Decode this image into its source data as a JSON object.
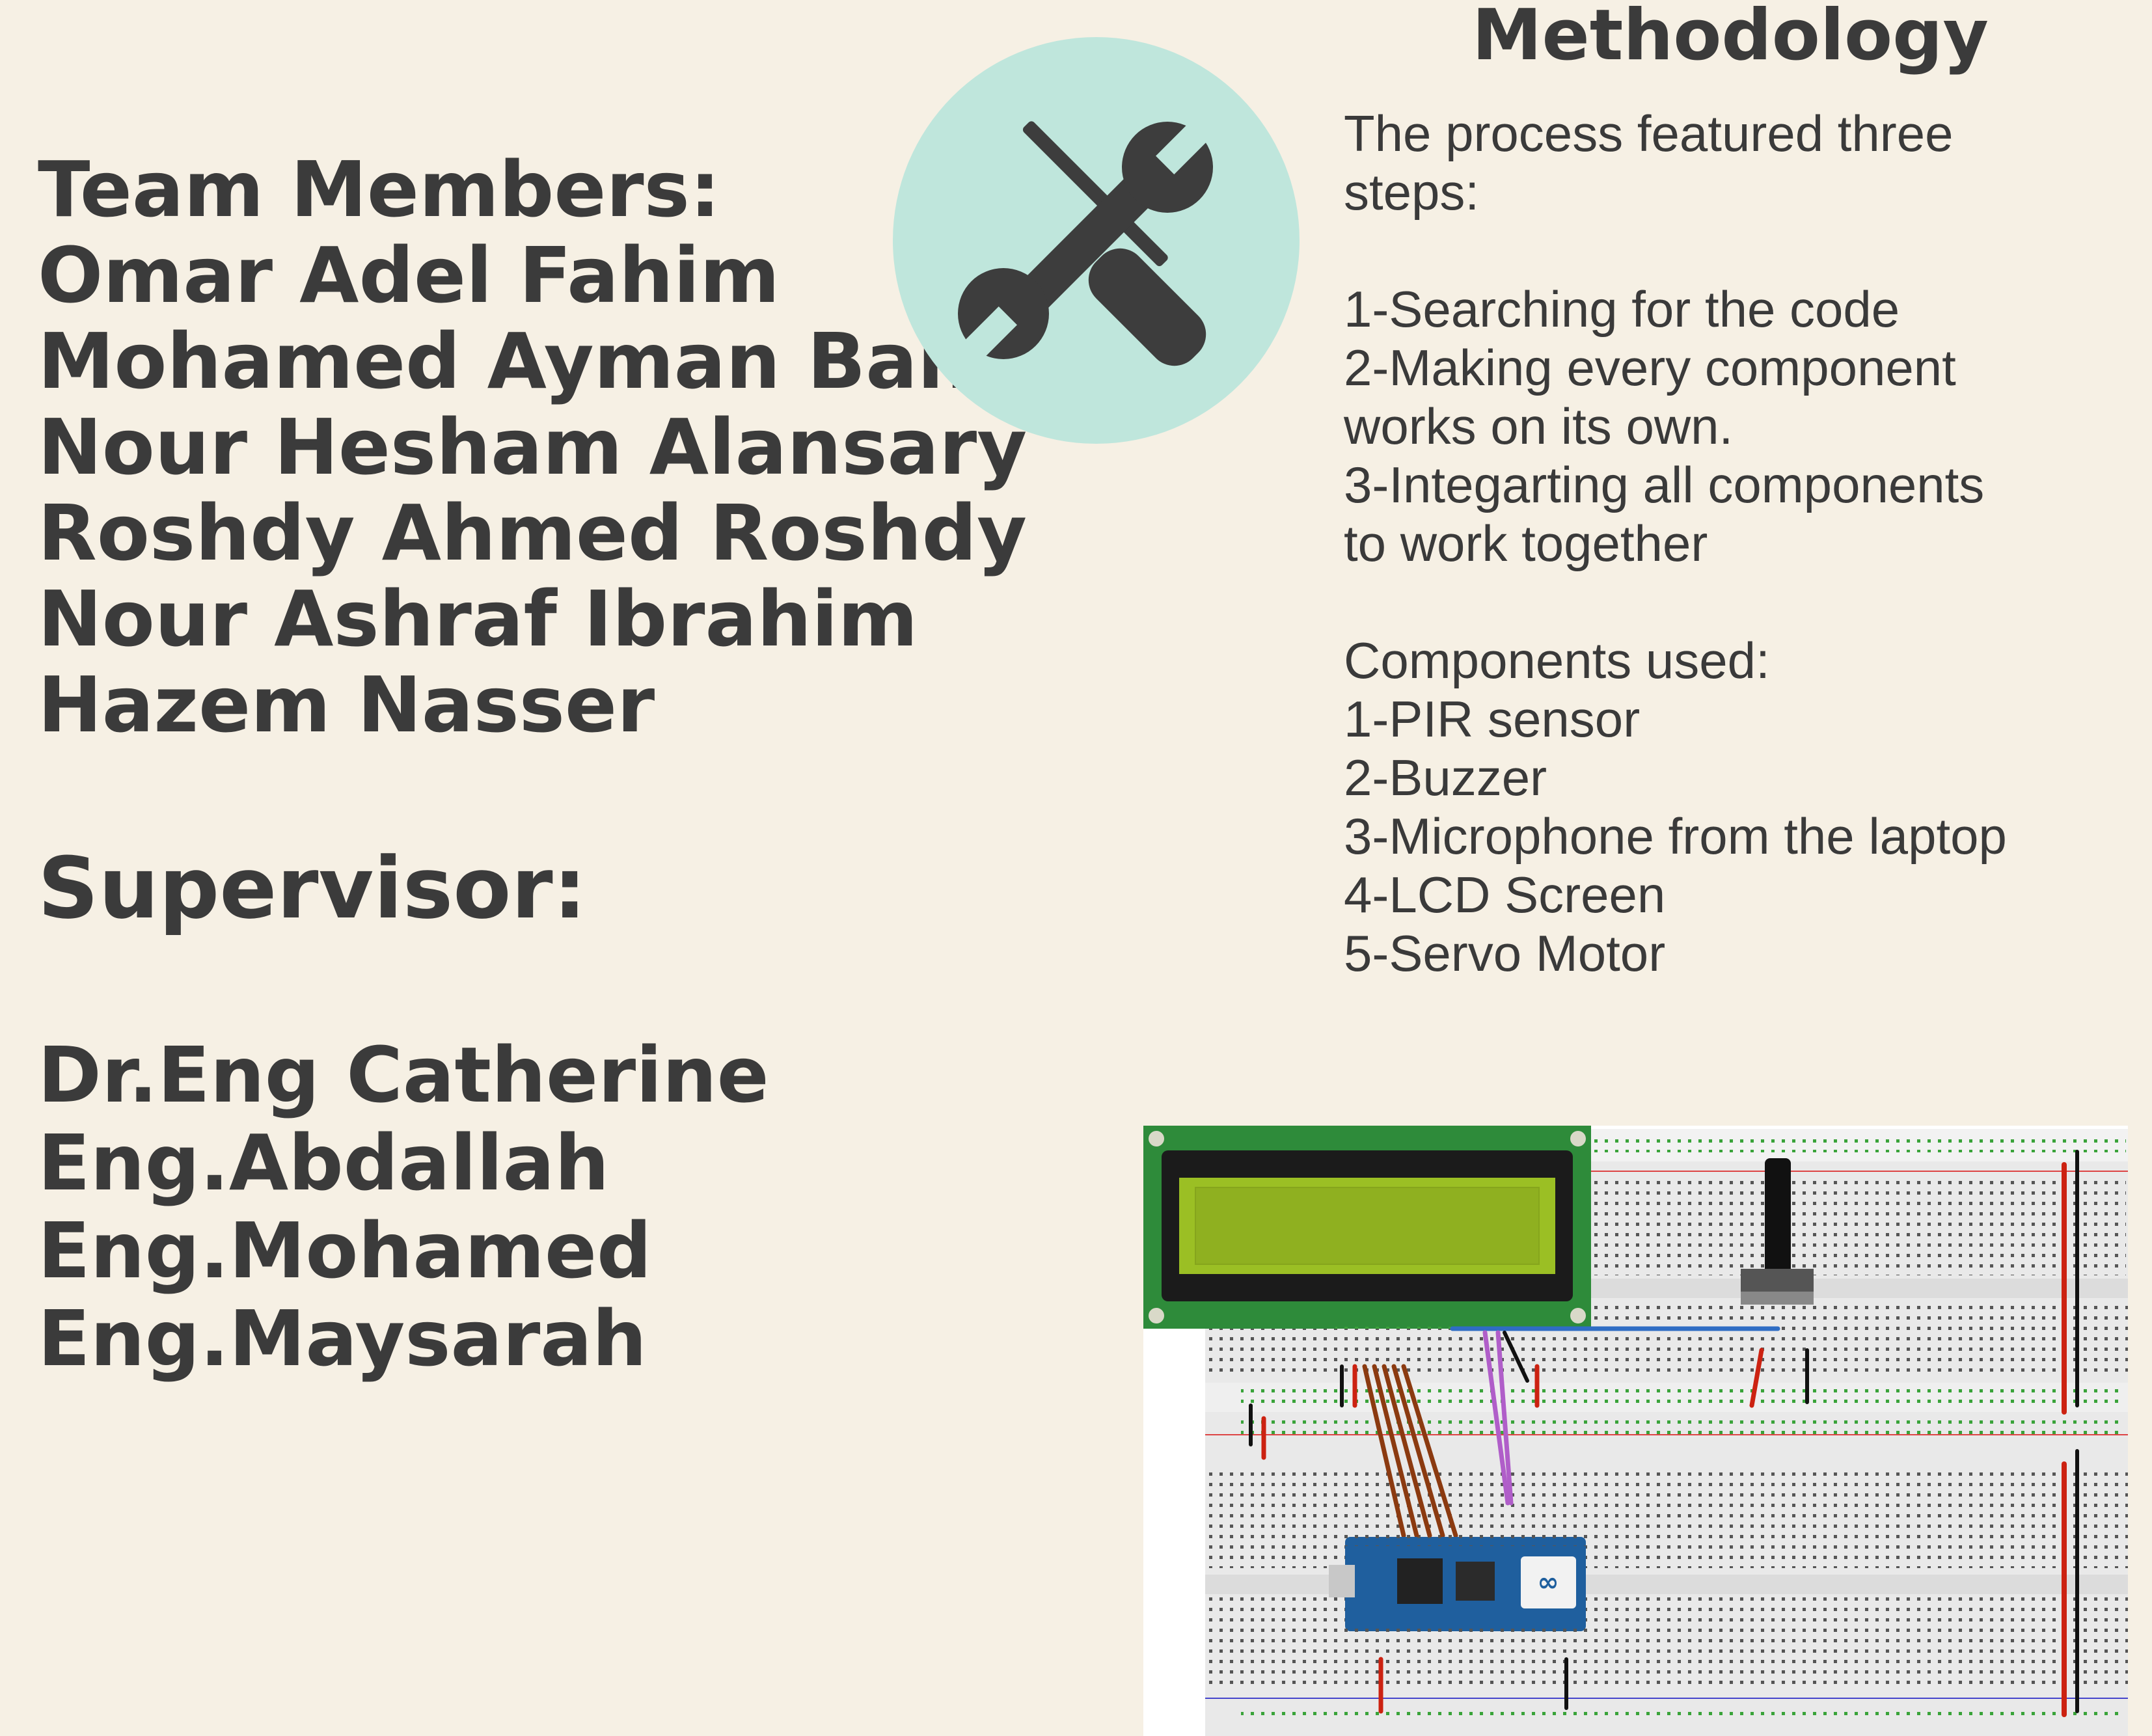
{
  "team": {
    "heading": "Team Members:",
    "members": [
      "Omar Adel Fahim",
      "Mohamed Ayman Bahy",
      "Nour Hesham Alansary",
      "Roshdy Ahmed Roshdy",
      "Nour Ashraf Ibrahim",
      "Hazem Nasser"
    ]
  },
  "supervisor": {
    "heading": "Supervisor:",
    "names": [
      "Dr.Eng Catherine",
      "Eng.Abdallah",
      "Eng.Mohamed",
      "Eng.Maysarah"
    ]
  },
  "methodology": {
    "title": "Methodology",
    "intro": [
      "The process featured three",
      "steps:"
    ],
    "steps": [
      "1-Searching for the code",
      "2-Making every component",
      "works on its own.",
      "3-Integarting all components",
      "to work together"
    ],
    "components_heading": "Components used:",
    "components": [
      "1-PIR sensor",
      "2-Buzzer",
      "3-Microphone from the laptop",
      "4-LCD Screen",
      "5-Servo Motor"
    ]
  },
  "icons": {
    "tools": "wrench-screwdriver-icon"
  },
  "colors": {
    "background": "#f6f0e4",
    "text": "#3b3b3b",
    "circle": "#bfe6dc",
    "lcd_board": "#2e8b3a",
    "lcd_screen": "#9bbf24"
  }
}
